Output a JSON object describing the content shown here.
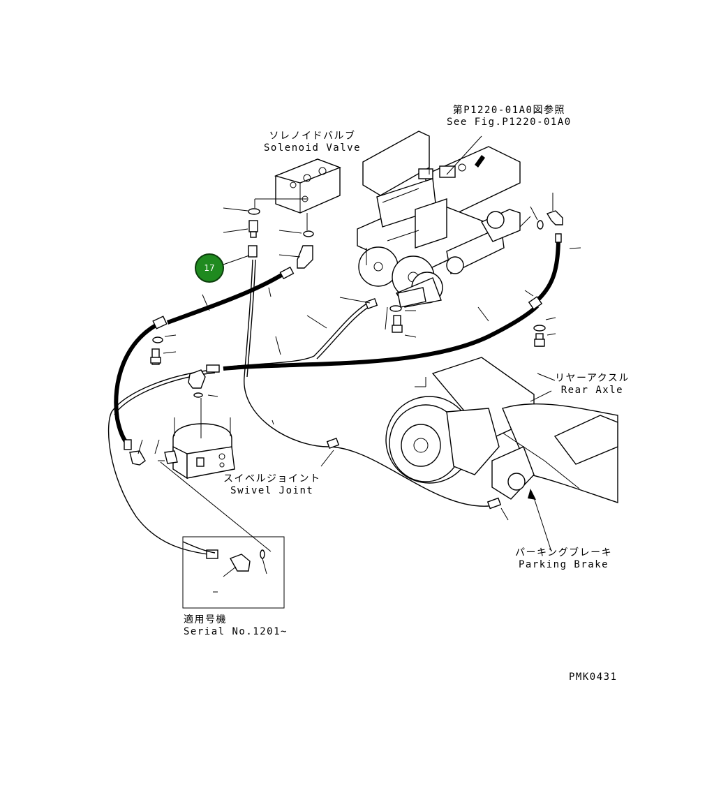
{
  "labels": {
    "ref_jp": "第P1220-01A0図参照",
    "ref_en": "See Fig.P1220-01A0",
    "solenoid_jp": "ソレノイドバルブ",
    "solenoid_en": "Solenoid Valve",
    "rear_axle_jp": "リヤーアクスル",
    "rear_axle_en": "Rear Axle",
    "swivel_jp": "スイベルジョイント",
    "swivel_en": "Swivel Joint",
    "parking_jp": "パーキングブレーキ",
    "parking_en": "Parking Brake",
    "serial_jp": "適用号機",
    "serial_en": "Serial No.1201~",
    "code": "PMK0431"
  },
  "callouts": [
    {
      "number": "17",
      "color": "#1f8a1f"
    }
  ]
}
